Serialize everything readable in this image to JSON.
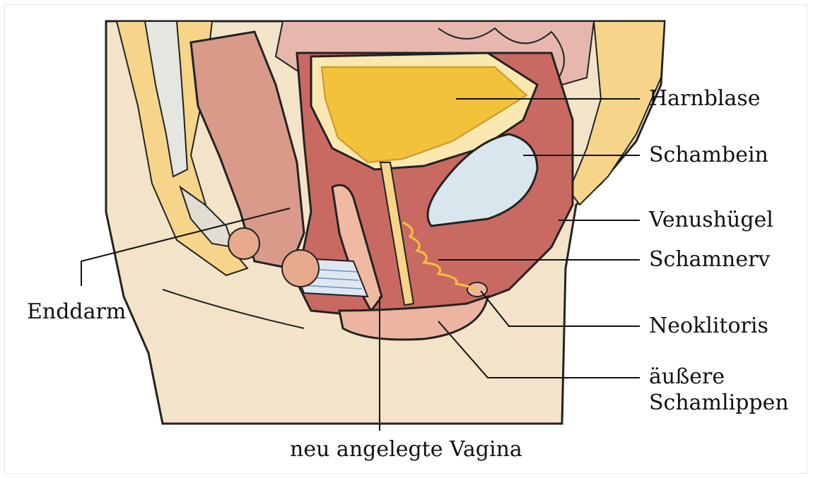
{
  "labels": {
    "harnblase": "Harnblase",
    "schambein": "Schambein",
    "venushuegel": "Venushügel",
    "schamnerv": "Schamnerv",
    "neoklitoris": "Neoklitoris",
    "aeussere_schamlippen": "äußere\nSchamlippen",
    "enddarm": "Enddarm",
    "neue_vagina": "neu angelegte Vagina"
  },
  "colors": {
    "skin": "#f3e3c8",
    "tissue": "#c96a62",
    "tissue_dark": "#a94f4b",
    "fat": "#f6d58a",
    "bladder": "#f2c23a",
    "bone": "#d9e6ee",
    "line": "#111111"
  }
}
